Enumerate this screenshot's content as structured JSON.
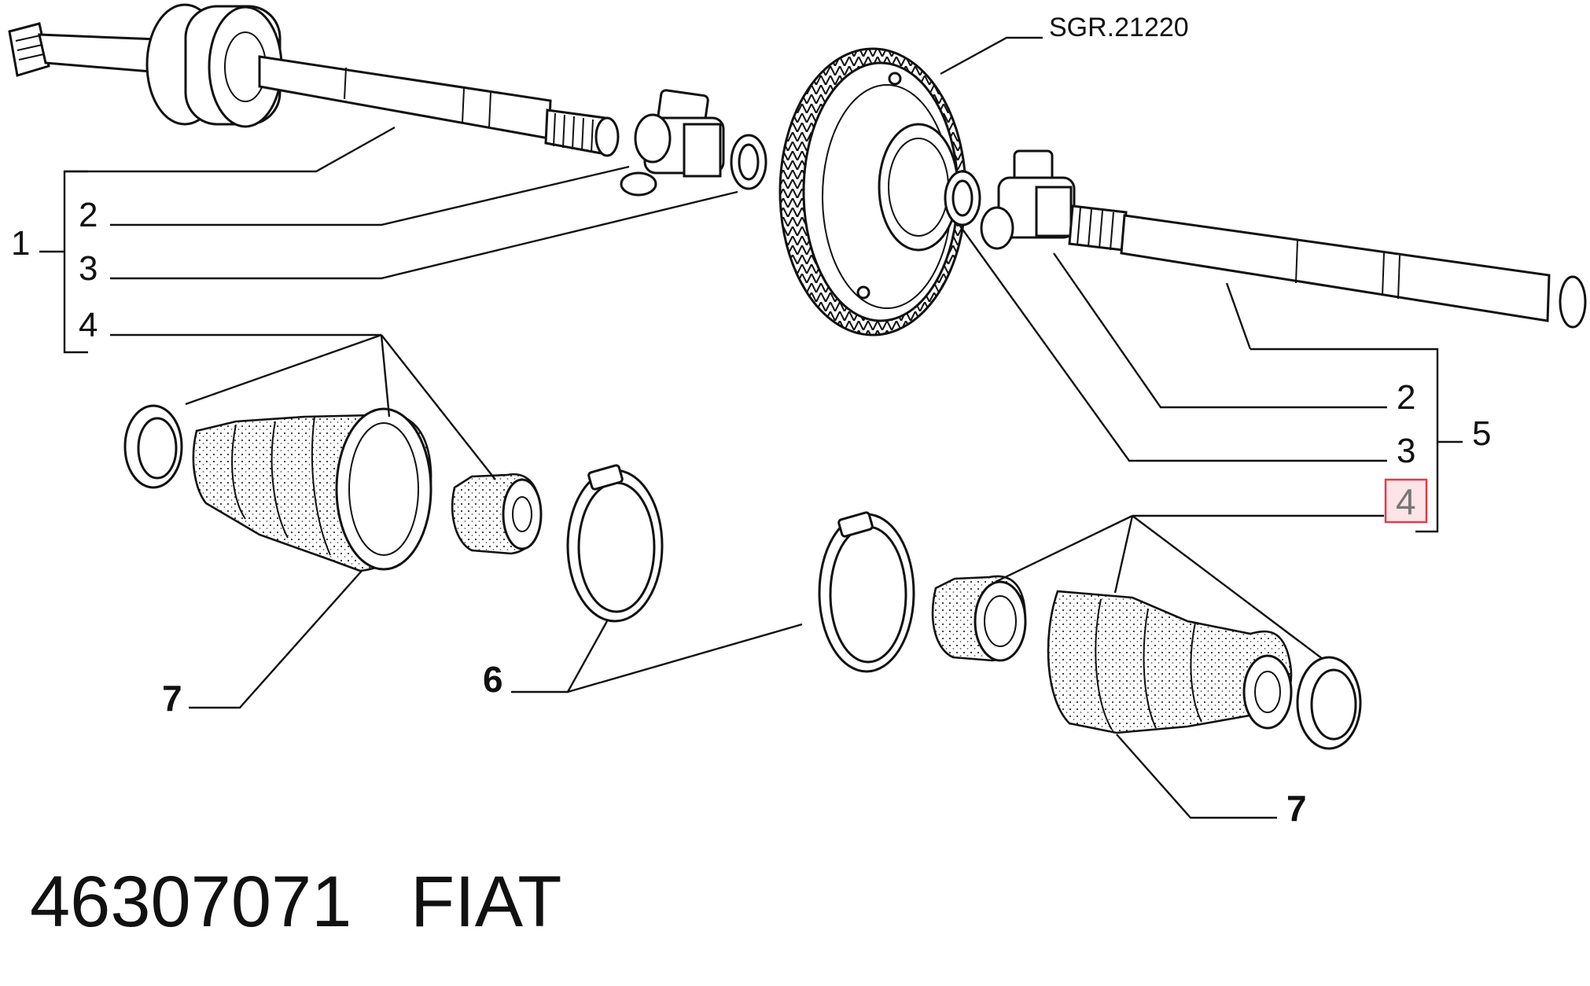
{
  "diagram": {
    "callouts": {
      "left_group": "1",
      "left_2": "2",
      "left_3": "3",
      "left_4": "4",
      "right_2": "2",
      "right_3": "3",
      "right_group": "5",
      "right_4_highlighted": "4",
      "clamp": "6",
      "boot_left": "7",
      "boot_right": "7"
    },
    "reference": "SGR.21220",
    "highlight_color": "#d9404c"
  },
  "footer": {
    "part_number": "46307071",
    "brand": "FIAT"
  }
}
